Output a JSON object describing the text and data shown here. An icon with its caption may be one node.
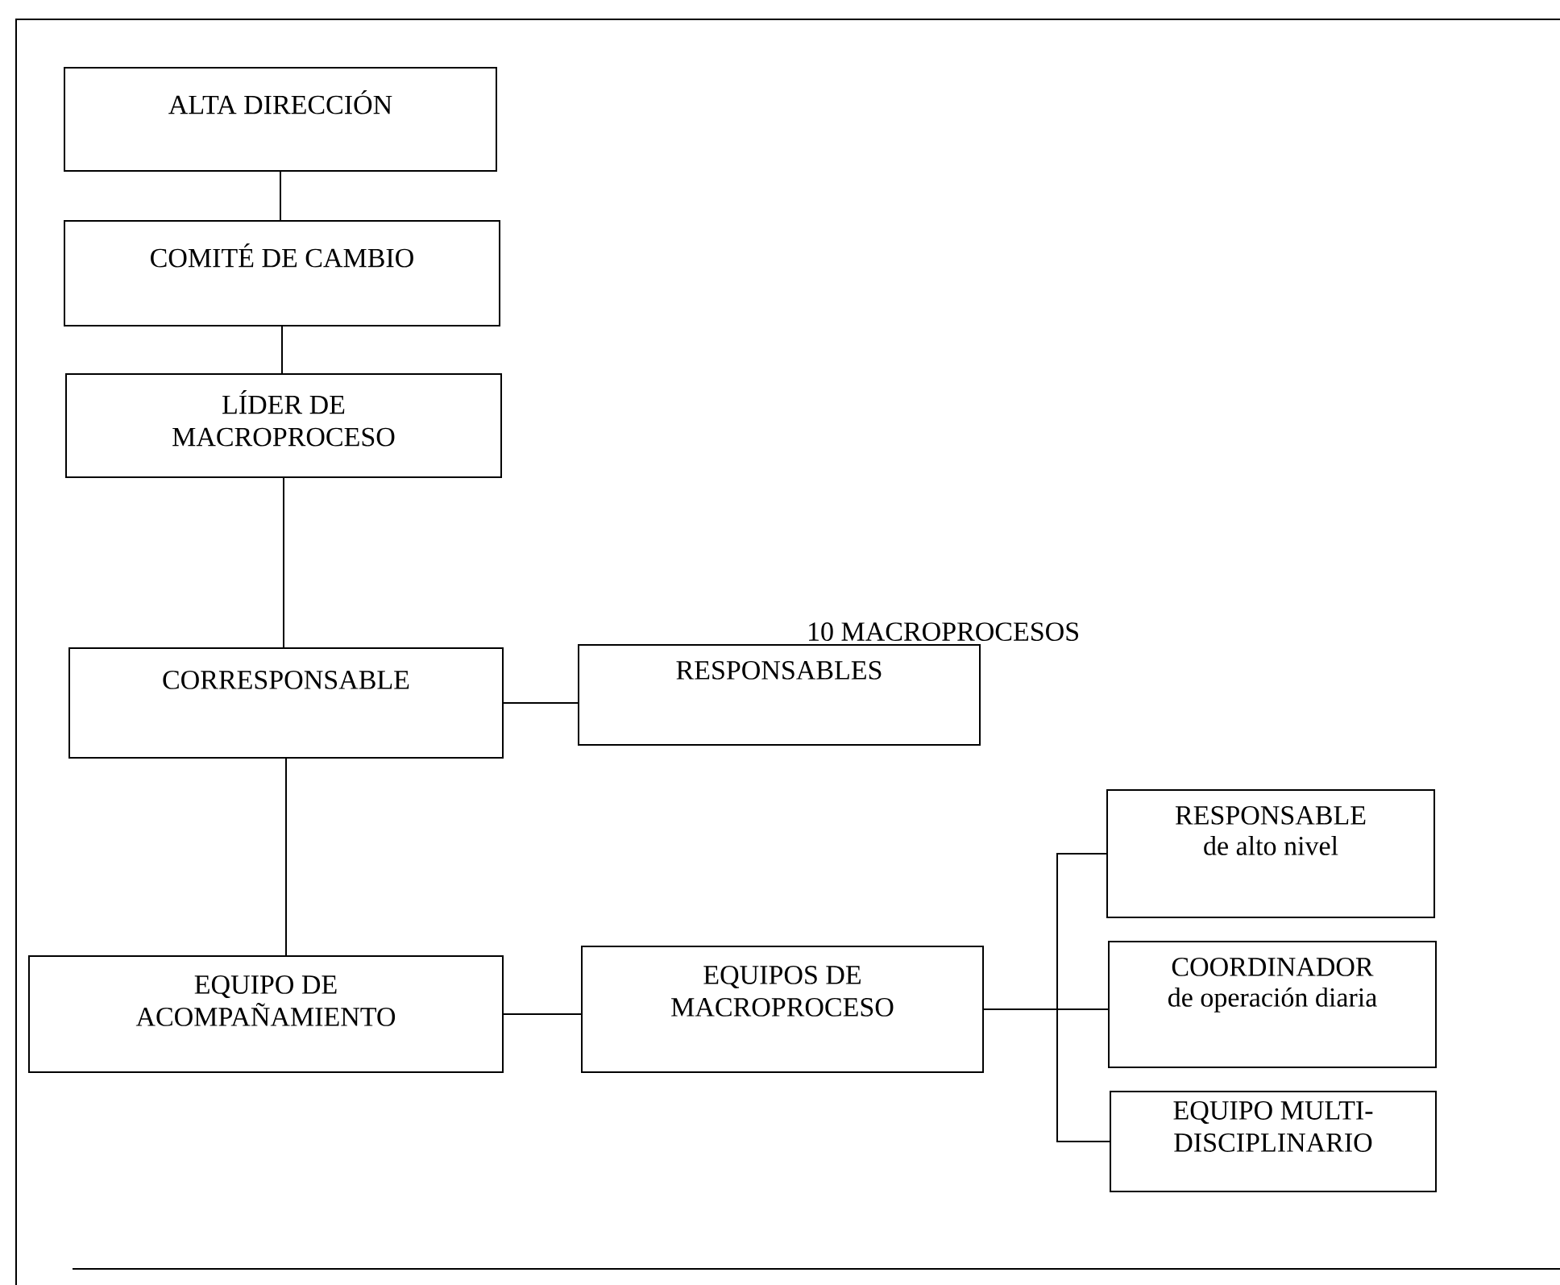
{
  "diagram": {
    "nodes": [
      {
        "text": [
          "ALTA DIRECCIÓN"
        ]
      },
      {
        "text": [
          "COMITÉ DE CAMBIO"
        ]
      },
      {
        "text": [
          "LÍDER DE MACROPROCESO"
        ]
      },
      {
        "text": [
          "CORRESPONSABLE"
        ]
      },
      {
        "text": [
          "RESPONSABLES"
        ],
        "beside": [
          "10 MACROPROCESOS"
        ]
      },
      {
        "text": [
          "EQUIPO DE ACOMPAÑAMIENTO"
        ]
      },
      {
        "text": [
          "EQUIPOS DE MACROPROCESO"
        ]
      },
      {
        "text": [
          "RESPONSABLE",
          "de alto nivel"
        ]
      },
      {
        "text": [
          "COORDINADOR",
          "de operación diaria"
        ]
      },
      {
        "text": [
          "EQUIPO MULTI-DISCIPLINARIO"
        ]
      }
    ],
    "edges": [
      {
        "from": 0,
        "to": 1,
        "arrow": "none"
      },
      {
        "from": 1,
        "to": 2,
        "arrow": "none"
      },
      {
        "from": 2,
        "to": 3,
        "arrow": "none"
      },
      {
        "from": 3,
        "to": 4,
        "arrow": "none"
      },
      {
        "from": 3,
        "to": 5,
        "arrow": "none"
      },
      {
        "from": 5,
        "to": 6,
        "arrow": "none"
      },
      {
        "from": 6,
        "to": 7,
        "arrow": "none"
      },
      {
        "from": 6,
        "to": 8,
        "arrow": "none"
      },
      {
        "from": 6,
        "to": 9,
        "arrow": "none"
      }
    ]
  }
}
